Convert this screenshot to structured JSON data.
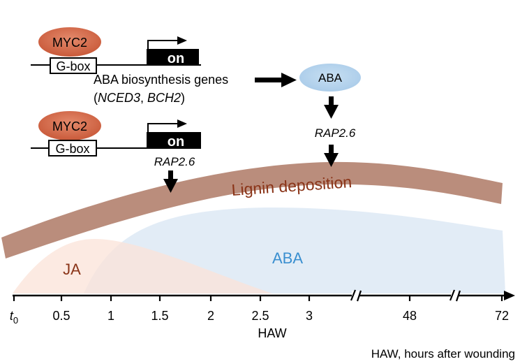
{
  "colors": {
    "myc2_fill": "#d0694a",
    "aba_bubble_fill": "#b9d6ee",
    "lignin_band": "#ba8d7c",
    "lignin_text": "#8a3418",
    "ja_area": "#fbe5dc",
    "ja_text": "#8a3418",
    "aba_area": "#dbe9f5",
    "aba_text": "#3a8fd0",
    "axis": "#000000"
  },
  "gene_unit_1": {
    "factor": "MYC2",
    "promoter": "G-box",
    "state": "on",
    "gene_line1": "ABA biosynthesis genes",
    "gene_open_paren": "(",
    "gene_a": "NCED3",
    "gene_sep": ", ",
    "gene_b": "BCH2",
    "gene_close_paren": ")"
  },
  "gene_unit_2": {
    "factor": "MYC2",
    "promoter": "G-box",
    "state": "on",
    "gene": "RAP2.6"
  },
  "aba_node": {
    "label": "ABA"
  },
  "aba_pathway_gene": "RAP2.6",
  "lignin": {
    "label": "Lignin deposition"
  },
  "curves": {
    "ja": {
      "label": "JA"
    },
    "aba": {
      "label": "ABA"
    }
  },
  "axis": {
    "ticks": [
      {
        "label": "t",
        "sub": "0"
      },
      {
        "label": "0.5"
      },
      {
        "label": "1"
      },
      {
        "label": "1.5"
      },
      {
        "label": "2"
      },
      {
        "label": "2.5"
      },
      {
        "label": "3"
      },
      {
        "label": "48"
      },
      {
        "label": "72"
      }
    ],
    "unit_label": "HAW",
    "footnote": "HAW, hours after wounding"
  }
}
